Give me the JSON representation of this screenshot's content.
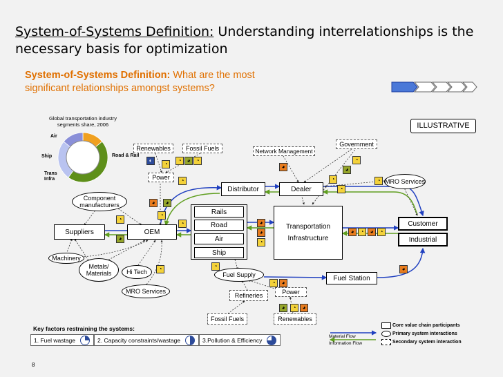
{
  "title": {
    "underlined": "System-of-Systems Definition:",
    "rest": " Understanding interrelationships is the necessary basis for optimization"
  },
  "subtitle": {
    "bold": "System-of-Systems Definition:",
    "rest": " What are the most significant relationships amongst systems?"
  },
  "badge": "ILLUSTRATIVE",
  "pie": {
    "title": "Global transportation industry segments share, 2006",
    "segments": [
      {
        "label": "Air",
        "share": 0.14,
        "color": "#f0a020"
      },
      {
        "label": "Road & Rail",
        "share": 0.46,
        "color": "#5e8f1a"
      },
      {
        "label": "Trans Infra",
        "share": 0.26,
        "color": "#b9c3f0"
      },
      {
        "label": "Ship",
        "share": 0.14,
        "color": "#8a8fd8"
      }
    ]
  },
  "nodes": {
    "suppliers": "Suppliers",
    "oem": "OEM",
    "distributor": "Distributor",
    "dealer": "Dealer",
    "rails": "Rails",
    "road": "Road",
    "air": "Air",
    "ship": "Ship",
    "transport_infra": "Transportation Infrastructure",
    "customer": "Customer",
    "industrial": "Industrial",
    "fuel_station": "Fuel Station",
    "component_mfr": "Component manufacturers",
    "machinery": "Machinery",
    "metals": "Metals/ Materials",
    "hitech": "Hi Tech",
    "mro_left": "MRO Services",
    "mro_right": "MRO Services",
    "fuel_supply": "Fuel Supply",
    "renewables_top": "Renewables",
    "fossil_top": "Fossil Fuels",
    "power_top": "Power",
    "network_mgmt": "Network Management",
    "government": "Government",
    "refineries": "Refineries",
    "power_bottom": "Power",
    "fossil_bottom": "Fossil Fuels",
    "renewables_bottom": "Renewables"
  },
  "key_factors": {
    "title": "Key factors restraining the systems:",
    "items": [
      "1. Fuel wastage",
      "2. Capacity constraints/wastage",
      "3.Pollution & Efficiency"
    ]
  },
  "legend": {
    "material_flow": "Material Flow",
    "information_flow": "Information Flow",
    "core": "Core value chain participants",
    "primary": "Primary system interactions",
    "secondary": "Secondary system interaction",
    "material_color": "#2040c0",
    "information_color": "#5f9e1f"
  },
  "page_number": "8"
}
